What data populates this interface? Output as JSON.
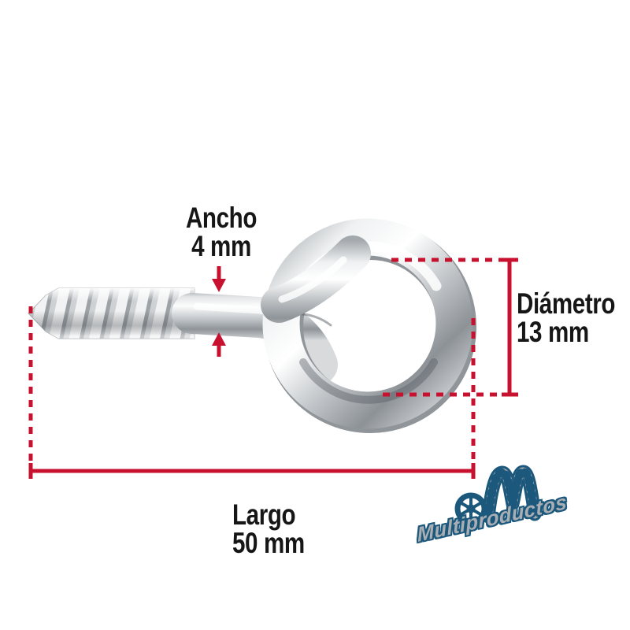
{
  "illustration": {
    "subject": "screw eye (eye hook) with threaded shank, side view"
  },
  "annotations": {
    "ancho": {
      "label": "Ancho",
      "value": "4 mm"
    },
    "diametro": {
      "label": "Diámetro",
      "value": "13 mm"
    },
    "largo": {
      "label": "Largo",
      "value": "50 mm"
    }
  },
  "logo": {
    "brand": "Multiproductos",
    "monogram": "M"
  },
  "colors": {
    "dimension_red": "#c8102f",
    "label_text": "#161616",
    "logo_blue": "#1b587c",
    "logo_gray": "#a6abb0",
    "metal_light": "#f4f5f6",
    "metal_dark": "#8d9297",
    "background": "#ffffff"
  }
}
